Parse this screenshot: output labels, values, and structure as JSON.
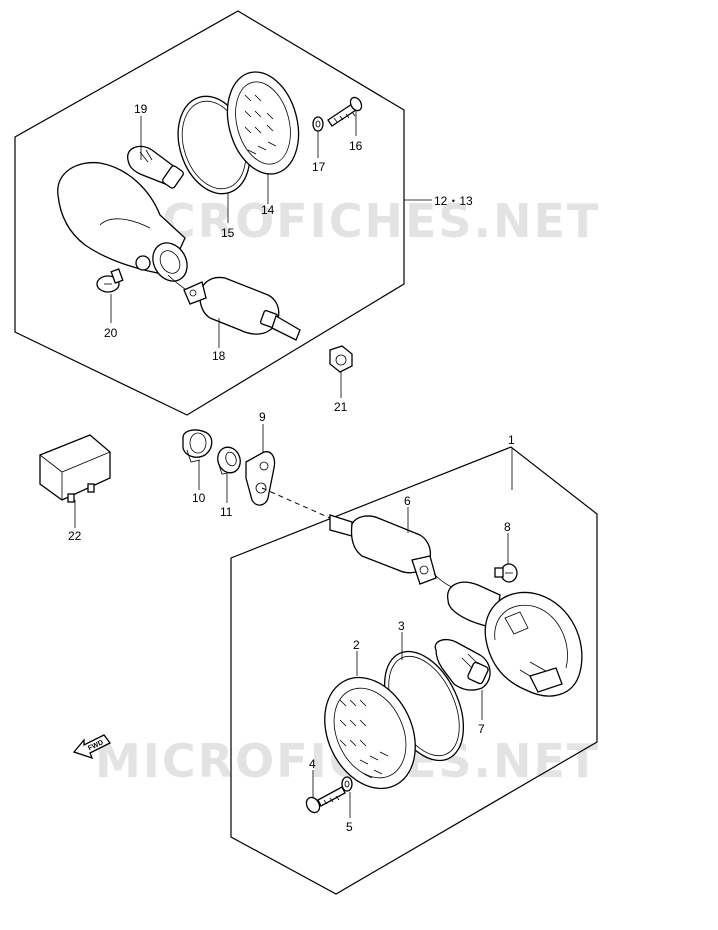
{
  "watermark": "MICROFICHES.NET",
  "fwd_label": "FWD",
  "labels": {
    "l1": "1",
    "l2": "2",
    "l3": "3",
    "l4": "4",
    "l5": "5",
    "l6": "6",
    "l7": "7",
    "l8": "8",
    "l9": "9",
    "l10": "10",
    "l11": "11",
    "l12_13": "12・13",
    "l14": "14",
    "l15": "15",
    "l16": "16",
    "l17": "17",
    "l18": "18",
    "l19": "19",
    "l20": "20",
    "l21": "21",
    "l22": "22"
  }
}
